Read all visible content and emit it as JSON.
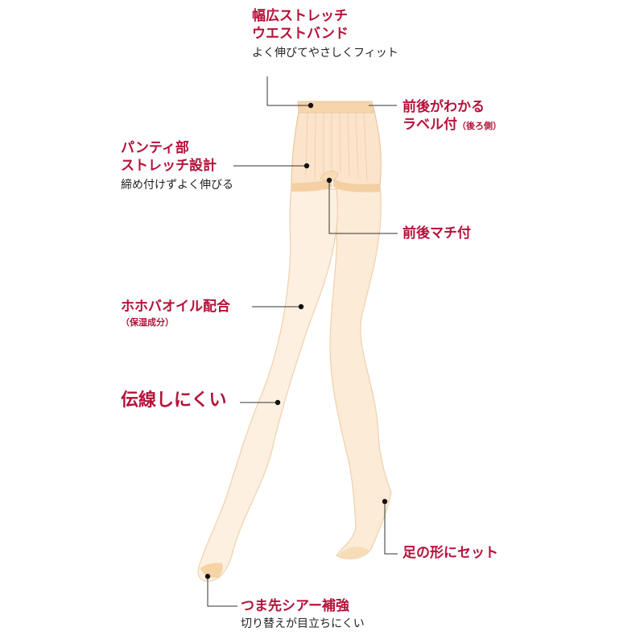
{
  "colors": {
    "accent": "#b5123a",
    "text": "#222222",
    "skin": "#fcebd6",
    "band": "#f6d5ac",
    "outline": "#e9c79f"
  },
  "callouts": {
    "waistband": {
      "title1": "幅広ストレッチ",
      "title2": "ウエストバンド",
      "sub": "よく伸びてやさしくフィット"
    },
    "label": {
      "title1": "前後がわかる",
      "title2": "ラベル付",
      "note": "（後ろ側）"
    },
    "panty": {
      "title1": "パンティ部",
      "title2": "ストレッチ設計",
      "sub": "締め付けずよく伸びる"
    },
    "gusset": {
      "title": "前後マチ付"
    },
    "jojoba": {
      "title": "ホホバオイル配合",
      "note": "（保湿成分）"
    },
    "runs": {
      "title": "伝線しにくい"
    },
    "foot": {
      "title": "足の形にセット"
    },
    "toe": {
      "title": "つま先シアー補強",
      "sub": "切り替えが目立ちにくい"
    }
  }
}
